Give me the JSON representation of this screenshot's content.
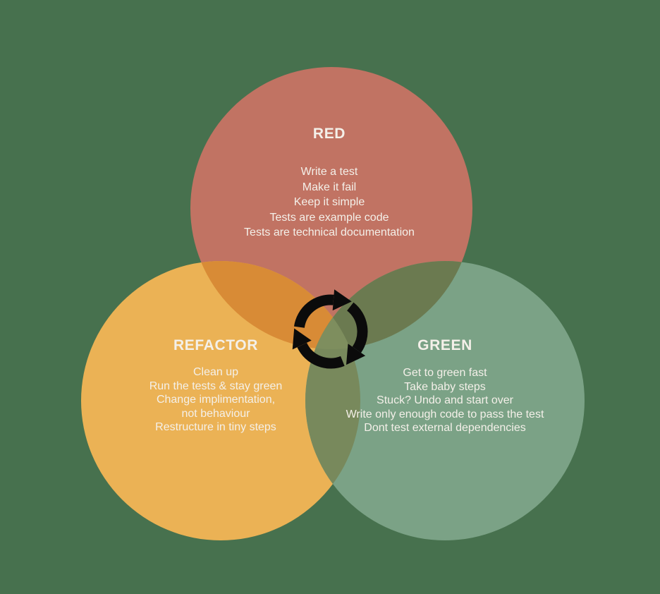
{
  "diagram_title": "TDD red-green-refactor cycle venn diagram",
  "colors": {
    "background": "#47714E",
    "red": "#C17363",
    "orange": "#EBB255",
    "green": "#7BA286",
    "red_orange": "#D88B36",
    "red_green": "#6B7A50",
    "orange_green": "#78895C",
    "triple": "#7E8E5E",
    "icon": "#0B0B0B",
    "text": "#F4F0E9"
  },
  "icon": {
    "name": "cycle-arrows",
    "meaning": "repeating clockwise cycle"
  },
  "circles": {
    "red": {
      "title": "RED",
      "lines": [
        "Write a test",
        "Make it fail",
        "Keep it simple",
        "Tests are example code",
        "Tests are technical documentation"
      ]
    },
    "refactor": {
      "title": "REFACTOR",
      "lines": [
        "Clean up",
        "Run the tests & stay green",
        "Change implimentation,",
        "not behaviour",
        "Restructure in tiny steps"
      ]
    },
    "green": {
      "title": "GREEN",
      "lines": [
        "Get to green fast",
        "Take baby steps",
        "Stuck? Undo and start over",
        "Write only enough code to pass the test",
        "Dont test external dependencies"
      ]
    }
  }
}
